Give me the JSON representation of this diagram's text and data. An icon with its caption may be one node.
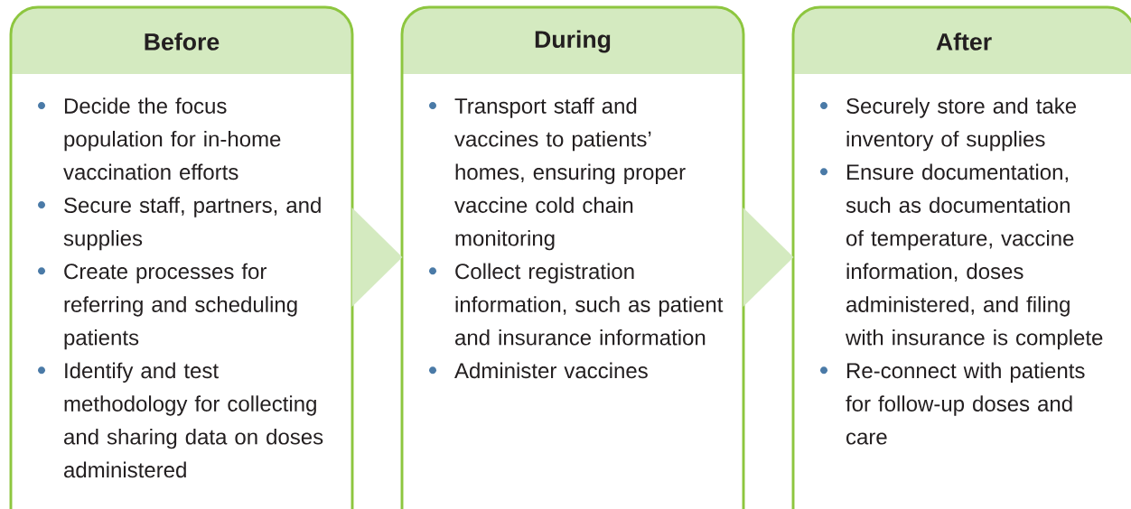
{
  "diagram": {
    "nodes": [
      {
        "text": [
          "Before",
          "Decide the focus population for in-home vaccination efforts",
          "Secure staff, partners, and supplies",
          "Create processes for referring and scheduling patients",
          "Identify and test methodology for collecting and sharing data on doses administered"
        ]
      },
      {
        "text": [
          "During",
          "Transport staff and vaccines to patients’ homes, ensuring proper vaccine cold chain monitoring",
          "Collect registration information, such as patient and insurance information",
          "Administer vaccines"
        ]
      },
      {
        "text": [
          "After",
          "Securely store and take inventory of supplies",
          "Ensure documentation, such as documentation of temperature, vaccine information, doses administered, and filing with insurance is complete",
          "Re-connect with patients for follow-up doses and care"
        ]
      }
    ],
    "edges": [
      {
        "from": 0,
        "to": 1,
        "arrow": "to"
      },
      {
        "from": 1,
        "to": 2,
        "arrow": "to"
      }
    ]
  }
}
